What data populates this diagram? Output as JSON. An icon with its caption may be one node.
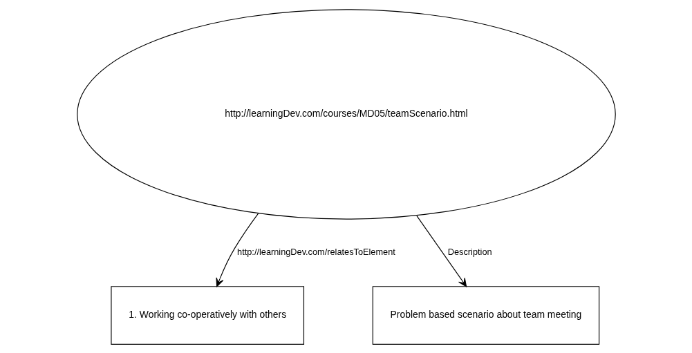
{
  "diagram": {
    "nodes": [
      {
        "text": [
          "http://learningDev.com/courses/MD05/teamScenario.html"
        ]
      },
      {
        "text": [
          "1. Working co-operatively with others"
        ]
      },
      {
        "text": [
          "Problem based scenario about team meeting"
        ]
      }
    ],
    "edges": [
      {
        "from": 0,
        "to": 1,
        "arrow": "to",
        "label": "http://learningDev.com/relatesToElement"
      },
      {
        "from": 0,
        "to": 2,
        "arrow": "to",
        "label": "Description"
      }
    ]
  }
}
